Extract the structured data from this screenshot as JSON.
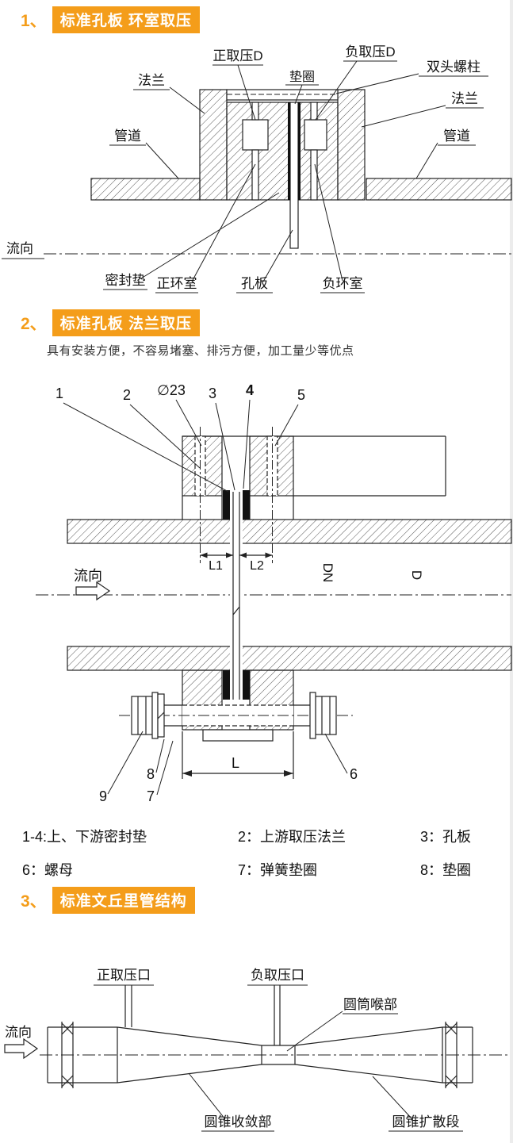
{
  "accent": "#f49d1a",
  "sections": [
    {
      "number": "1、",
      "title": "标准孔板  环室取压",
      "labels": {
        "positive_tap": "正取压D",
        "gasket": "垫圈",
        "negative_tap": "负取压D",
        "stud": "双头螺柱",
        "flange_left": "法兰",
        "flange_right": "法兰",
        "pipe_left": "管道",
        "pipe_right": "管道",
        "flow": "流向",
        "seal_gasket": "密封垫",
        "positive_chamber": "正环室",
        "orifice_plate": "孔板",
        "negative_chamber": "负环室"
      }
    },
    {
      "number": "2、",
      "title": "标准孔板  法兰取压",
      "subtitle": "具有安装方便，不容易堵塞、排污方便，加工量少等优点",
      "labels": {
        "n1": "1",
        "n2": "2",
        "dia": "∅23",
        "n3": "3",
        "n4": "4",
        "n5": "5",
        "flow": "流向",
        "L1": "L1",
        "L2": "L2",
        "DN": "DN",
        "D": "D",
        "L": "L",
        "n6": "6",
        "n7": "7",
        "n8": "8",
        "n9": "9"
      },
      "legend": {
        "row1": [
          "1-4:上、下游密封垫",
          "2：上游取压法兰",
          "3：孔板"
        ],
        "row2": [
          "6：螺母",
          "7：弹簧垫圈",
          "8：垫圈"
        ]
      }
    },
    {
      "number": "3、",
      "title": "标准文丘里管结构",
      "labels": {
        "positive_tap": "正取压口",
        "negative_tap": "负取压口",
        "throat": "圆筒喉部",
        "flow": "流向",
        "converging": "圆锥收敛部",
        "diverging": "圆锥扩散段"
      }
    }
  ]
}
